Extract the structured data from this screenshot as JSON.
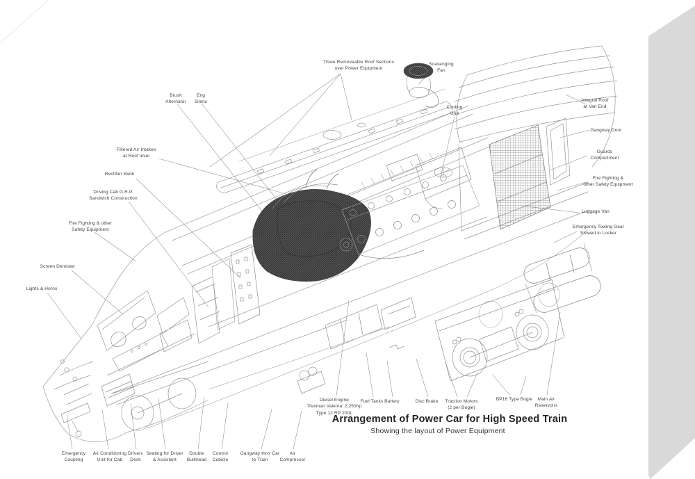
{
  "artwork": {
    "title": "Arrangement of Power Car for High Speed Train",
    "subtitle": "Showing the layout of Power Equipment"
  },
  "labels": [
    {
      "id": "three-removeable-roof-sections",
      "text": "Three Removeable Roof Sections\nover Power Equipment"
    },
    {
      "id": "scavenging-fan",
      "text": "Scavenging\nFan"
    },
    {
      "id": "brush-alternator",
      "text": "Brush\nAlternator"
    },
    {
      "id": "eng-silenc",
      "text": "Eng\nSilenc"
    },
    {
      "id": "cooling-unit",
      "text": "Cooling\nUnit"
    },
    {
      "id": "integral-roof-at-van-end",
      "text": "Integral Roof\nat Van End"
    },
    {
      "id": "gangway-door",
      "text": "Gangway Door"
    },
    {
      "id": "guards-compartment",
      "text": "Guards\nCompartment"
    },
    {
      "id": "fire-fighting-right",
      "text": "Fire Fighting &\nother Safety Equipment"
    },
    {
      "id": "luggage-van",
      "text": "Luggage Van"
    },
    {
      "id": "emergency-towing-gear",
      "text": "Emergency Towing Gear\nStowed in Locker"
    },
    {
      "id": "filtered-air-intakes",
      "text": "Filtered Air Intakes\nat Roof level"
    },
    {
      "id": "rectifier-bank",
      "text": "Rectifier Bank"
    },
    {
      "id": "driving-cab-grp",
      "text": "Driving Cab G.R.P.\nSandwich Construction"
    },
    {
      "id": "fire-fighting-left",
      "text": "Fire Fighting & other\nSafety Equipment"
    },
    {
      "id": "screen-demister",
      "text": "Screen Demister"
    },
    {
      "id": "lights-and-horns",
      "text": "Lights & Horns"
    },
    {
      "id": "diesel-engine",
      "text": "Diesel Engine\n'Paxman Valenta' 2,250hp\nType 12 RP 200L"
    },
    {
      "id": "fuel-tanks",
      "text": "Fuel Tanks"
    },
    {
      "id": "battery",
      "text": "Battery"
    },
    {
      "id": "disc-brake",
      "text": "Disc Brake"
    },
    {
      "id": "traction-motors",
      "text": "Traction Motors\n(2 per Bogie)"
    },
    {
      "id": "bp16-type-bogie",
      "text": "BP16 Type Bogie"
    },
    {
      "id": "main-air-reservoirs",
      "text": "Main Air\nReservoirs"
    },
    {
      "id": "emergency-coupling",
      "text": "Emergency\nCoupling"
    },
    {
      "id": "air-conditioning-unit",
      "text": "Air Conditioning\nUnit for Cab"
    },
    {
      "id": "drivers-desk",
      "text": "Drivers\nDesk"
    },
    {
      "id": "seating-driver-assistant",
      "text": "Seating for Driver\n& Assistant"
    },
    {
      "id": "double-bulkhead",
      "text": "Double\nBulkhead"
    },
    {
      "id": "control-cubicle",
      "text": "Control\nCubicle"
    },
    {
      "id": "gangway-thro-car",
      "text": "Gangway thro' Car\nto Train"
    },
    {
      "id": "air-compressor",
      "text": "Air\nCompressor"
    }
  ],
  "colors": {
    "background": "#ffffff",
    "canvas_side_edge": "#d9d9d9",
    "drawing_line": "#9b9b9b",
    "dark_machinery": "#4a4a4a",
    "label_text": "#3f3f3f",
    "title_text": "#222222"
  }
}
